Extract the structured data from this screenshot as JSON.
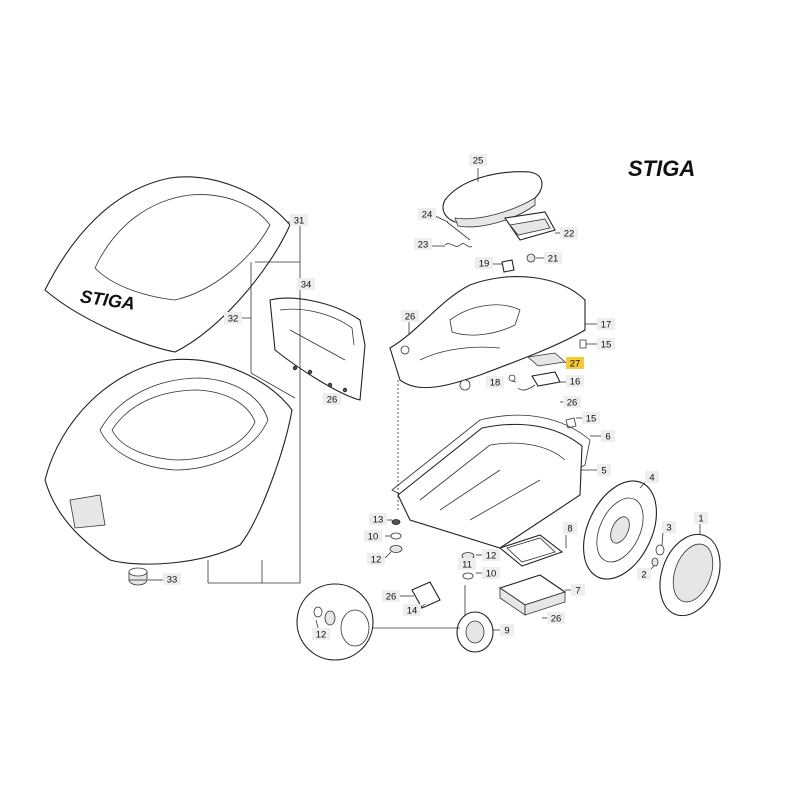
{
  "brand": {
    "logo_text": "STIGA",
    "cover_logo_text": "STIGA"
  },
  "highlight_color": "#f5c93a",
  "label_bg_color": "#eeeeee",
  "callouts": [
    {
      "id": "c25",
      "text": "25",
      "highlight": false
    },
    {
      "id": "c24",
      "text": "24",
      "highlight": false
    },
    {
      "id": "c22",
      "text": "22",
      "highlight": false
    },
    {
      "id": "c23",
      "text": "23",
      "highlight": false
    },
    {
      "id": "c19",
      "text": "19",
      "highlight": false
    },
    {
      "id": "c21",
      "text": "21",
      "highlight": false
    },
    {
      "id": "c31",
      "text": "31",
      "highlight": false
    },
    {
      "id": "c34",
      "text": "34",
      "highlight": false
    },
    {
      "id": "c32",
      "text": "32",
      "highlight": false
    },
    {
      "id": "c26a",
      "text": "26",
      "highlight": false
    },
    {
      "id": "c17",
      "text": "17",
      "highlight": false
    },
    {
      "id": "c15a",
      "text": "15",
      "highlight": false
    },
    {
      "id": "c27",
      "text": "27",
      "highlight": true
    },
    {
      "id": "c16",
      "text": "16",
      "highlight": false
    },
    {
      "id": "c18",
      "text": "18",
      "highlight": false
    },
    {
      "id": "c26b",
      "text": "26",
      "highlight": false
    },
    {
      "id": "c26c",
      "text": "26",
      "highlight": false
    },
    {
      "id": "c15b",
      "text": "15",
      "highlight": false
    },
    {
      "id": "c6",
      "text": "6",
      "highlight": false
    },
    {
      "id": "c5",
      "text": "5",
      "highlight": false
    },
    {
      "id": "c4",
      "text": "4",
      "highlight": false
    },
    {
      "id": "c1",
      "text": "1",
      "highlight": false
    },
    {
      "id": "c3",
      "text": "3",
      "highlight": false
    },
    {
      "id": "c2",
      "text": "2",
      "highlight": false
    },
    {
      "id": "c13",
      "text": "13",
      "highlight": false
    },
    {
      "id": "c10a",
      "text": "10",
      "highlight": false
    },
    {
      "id": "c12a",
      "text": "12",
      "highlight": false
    },
    {
      "id": "c8",
      "text": "8",
      "highlight": false
    },
    {
      "id": "c12b",
      "text": "12",
      "highlight": false
    },
    {
      "id": "c11",
      "text": "11",
      "highlight": false
    },
    {
      "id": "c10b",
      "text": "10",
      "highlight": false
    },
    {
      "id": "c33",
      "text": "33",
      "highlight": false
    },
    {
      "id": "c7",
      "text": "7",
      "highlight": false
    },
    {
      "id": "c26d",
      "text": "26",
      "highlight": false
    },
    {
      "id": "c14",
      "text": "14",
      "highlight": false
    },
    {
      "id": "c26e",
      "text": "26",
      "highlight": false
    },
    {
      "id": "c12c",
      "text": "12",
      "highlight": false
    },
    {
      "id": "c9",
      "text": "9",
      "highlight": false
    }
  ]
}
